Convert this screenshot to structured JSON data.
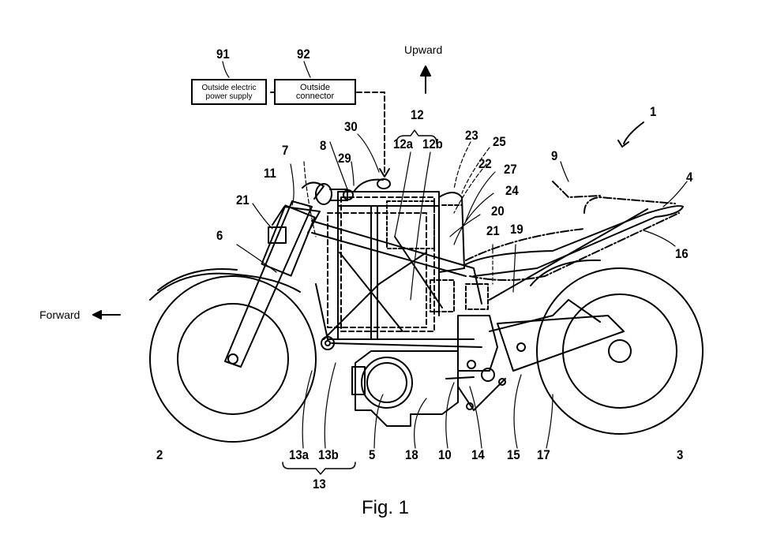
{
  "figure": {
    "caption": "Fig. 1",
    "directions": {
      "upward": "Upward",
      "forward": "Forward"
    },
    "boxes": [
      {
        "ref": "91",
        "text_line1": "Outside electric",
        "text_line2": "power supply"
      },
      {
        "ref": "92",
        "text_line1": "Outside",
        "text_line2": "connector"
      }
    ],
    "reference_numerals": {
      "r1": "1",
      "r2": "2",
      "r3": "3",
      "r4": "4",
      "r5": "5",
      "r6": "6",
      "r7": "7",
      "r8": "8",
      "r9": "9",
      "r10": "10",
      "r11": "11",
      "r12": "12",
      "r12a": "12a",
      "r12b": "12b",
      "r13": "13",
      "r13a": "13a",
      "r13b": "13b",
      "r14": "14",
      "r15": "15",
      "r16": "16",
      "r17": "17",
      "r18": "18",
      "r19": "19",
      "r20": "20",
      "r21_front": "21",
      "r21_rear": "21",
      "r22": "22",
      "r23": "23",
      "r24": "24",
      "r25": "25",
      "r27": "27",
      "r29": "29",
      "r30": "30",
      "r91": "91",
      "r92": "92"
    }
  }
}
